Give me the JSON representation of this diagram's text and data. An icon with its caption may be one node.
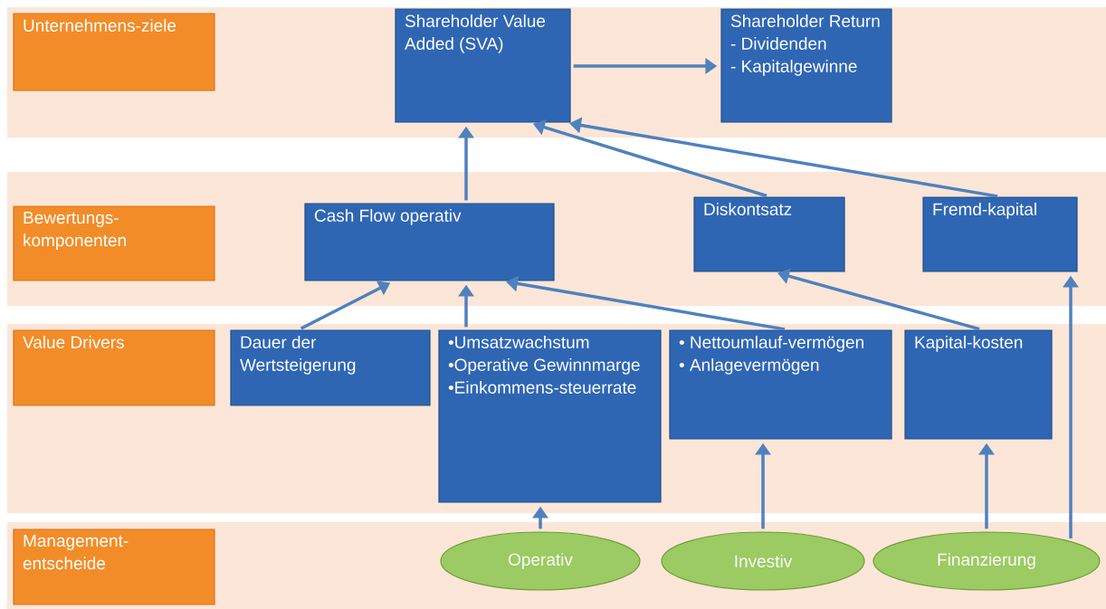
{
  "diagram": {
    "nodes": [
      {
        "text": [
          "Unternehmens-ziele"
        ]
      },
      {
        "text": [
          "Shareholder Value Added (SVA)"
        ]
      },
      {
        "text": [
          "Shareholder Return",
          "- Dividenden",
          "- Kapitalgewinne"
        ]
      },
      {
        "text": [
          "Bewertungs-komponenten"
        ]
      },
      {
        "text": [
          "Cash Flow operativ"
        ]
      },
      {
        "text": [
          "Diskontsatz"
        ]
      },
      {
        "text": [
          "Fremd-kapital"
        ]
      },
      {
        "text": [
          "Value Drivers"
        ]
      },
      {
        "text": [
          "Dauer der Wertsteigerung"
        ]
      },
      {
        "text": [
          "•Umsatzwachstum",
          "•Operative Gewinnmarge",
          "•Einkommens-steuerrate"
        ]
      },
      {
        "text": [
          "• Nettoumlauf-vermögen",
          "• Anlagevermögen"
        ]
      },
      {
        "text": [
          "Kapital-kosten"
        ]
      },
      {
        "text": [
          "Management-entscheide"
        ]
      },
      {
        "text": [
          "Operativ"
        ]
      },
      {
        "text": [
          "Investiv"
        ]
      },
      {
        "text": [
          "Finanzierung"
        ]
      }
    ],
    "edges": [
      {
        "from": 1,
        "to": 2,
        "arrow": "to"
      },
      {
        "from": 4,
        "to": 1,
        "arrow": "to"
      },
      {
        "from": 5,
        "to": 1,
        "arrow": "to"
      },
      {
        "from": 6,
        "to": 1,
        "arrow": "to"
      },
      {
        "from": 8,
        "to": 4,
        "arrow": "to"
      },
      {
        "from": 9,
        "to": 4,
        "arrow": "to"
      },
      {
        "from": 10,
        "to": 4,
        "arrow": "to"
      },
      {
        "from": 11,
        "to": 5,
        "arrow": "to"
      },
      {
        "from": 13,
        "to": 9,
        "arrow": "to"
      },
      {
        "from": 14,
        "to": 10,
        "arrow": "to"
      },
      {
        "from": 15,
        "to": 11,
        "arrow": "to"
      },
      {
        "from": 15,
        "to": 6,
        "arrow": "to"
      }
    ]
  }
}
